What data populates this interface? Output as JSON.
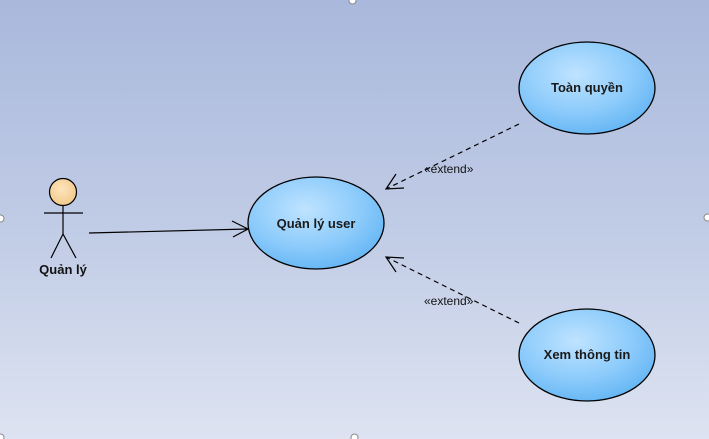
{
  "diagram": {
    "actor": {
      "label": "Quản lý"
    },
    "use_cases": {
      "main": {
        "label": "Quản lý user"
      },
      "full_rights": {
        "label": "Toàn quyền"
      },
      "view_info": {
        "label": "Xem thông tin"
      }
    },
    "relations": {
      "extend_top": {
        "label": "«extend»"
      },
      "extend_bottom": {
        "label": "«extend»"
      }
    }
  }
}
